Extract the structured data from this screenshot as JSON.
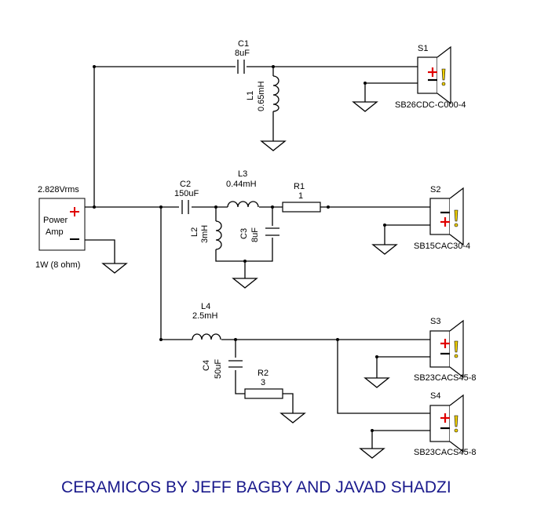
{
  "source": {
    "voltage": "2.828Vrms",
    "name_line1": "Power",
    "name_line2": "Amp",
    "power": "1W (8 ohm)"
  },
  "components": {
    "c1": {
      "ref": "C1",
      "value": "8uF"
    },
    "l1": {
      "ref": "L1",
      "value": "0.65mH"
    },
    "c2": {
      "ref": "C2",
      "value": "150uF"
    },
    "l3": {
      "ref": "L3",
      "value": "0.44mH"
    },
    "r1": {
      "ref": "R1",
      "value": "1"
    },
    "l2": {
      "ref": "L2",
      "value": "3mH"
    },
    "c3": {
      "ref": "C3",
      "value": "8uF"
    },
    "l4": {
      "ref": "L4",
      "value": "2.5mH"
    },
    "c4": {
      "ref": "C4",
      "value": "50uF"
    },
    "r2": {
      "ref": "R2",
      "value": "3"
    }
  },
  "speakers": {
    "s1": {
      "ref": "S1",
      "model": "SB26CDC-C000-4"
    },
    "s2": {
      "ref": "S2",
      "model": "SB15CAC30-4"
    },
    "s3": {
      "ref": "S3",
      "model": "SB23CACS45-8"
    },
    "s4": {
      "ref": "S4",
      "model": "SB23CACS45-8"
    }
  },
  "title": "CERAMICOS BY JEFF BAGBY AND JAVAD SHADZI",
  "colors": {
    "title": "#1a1a8c",
    "plus": "#e00000",
    "warn": "#f0d000",
    "wire": "#000000"
  }
}
